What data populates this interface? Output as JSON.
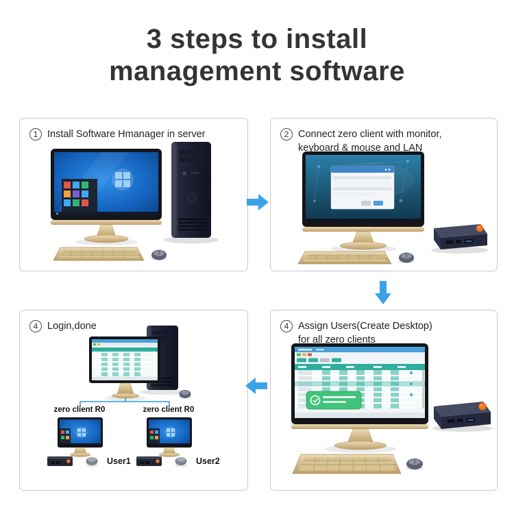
{
  "title": {
    "line1": "3 steps to install",
    "line2": "management software"
  },
  "steps": {
    "s1": {
      "num": "1",
      "label": "Install Software Hmanager in server"
    },
    "s2": {
      "num": "2",
      "label": "Connect zero client with monitor, keyboard & mouse and LAN"
    },
    "s3": {
      "num": "4",
      "label": "Assign Users(Create Desktop) for all zero clients"
    },
    "s4": {
      "num": "4",
      "label": "Login,done"
    }
  },
  "labels": {
    "client1": "zero client R0",
    "client2": "zero client R0",
    "user1": "User1",
    "user2": "User2"
  },
  "colors": {
    "arrow_blue": "#3aa3e8",
    "accent_orange": "#f0781e",
    "teal_ui": "#2fae9e",
    "windows_blue": "#1565c0",
    "gold": "#d8c49a",
    "panel_border": "#c9c9c9"
  }
}
